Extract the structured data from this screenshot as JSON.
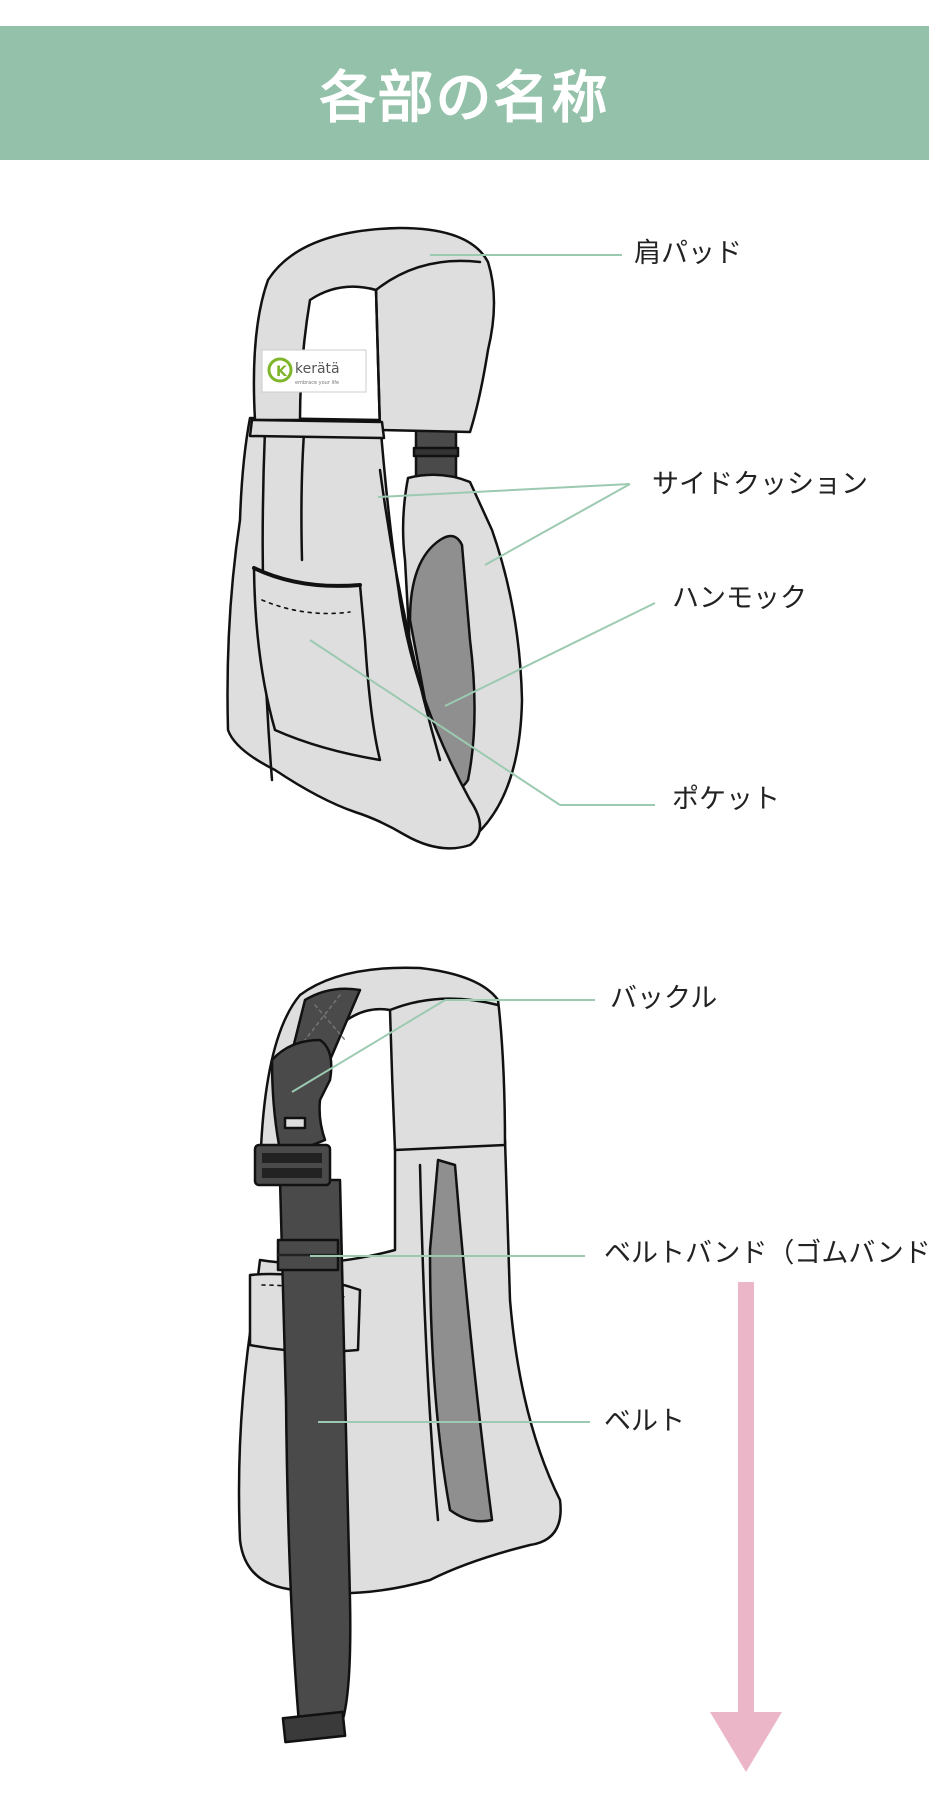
{
  "header": {
    "title": "各部の名称"
  },
  "colors": {
    "header_bg": "#93c1a9",
    "header_text": "#ffffff",
    "leader_line": "#9ccab1",
    "fabric_light": "#dedede",
    "fabric_dark": "#8f8f8f",
    "strap_dark": "#4a4a4a",
    "arrow": "#ecb6c9",
    "logo_green": "#7fb52a"
  },
  "logo": {
    "text": "kerätä",
    "tagline": "embrace your life"
  },
  "top_figure": {
    "labels": {
      "shoulder_pad": "肩パッド",
      "side_cushion": "サイドクッション",
      "hammock": "ハンモック",
      "pocket": "ポケット"
    }
  },
  "bottom_figure": {
    "labels": {
      "buckle": "バックル",
      "belt_band": "ベルトバンド（ゴムバンド）",
      "belt": "ベルト"
    },
    "arrow_icon": "down-arrow-icon"
  }
}
